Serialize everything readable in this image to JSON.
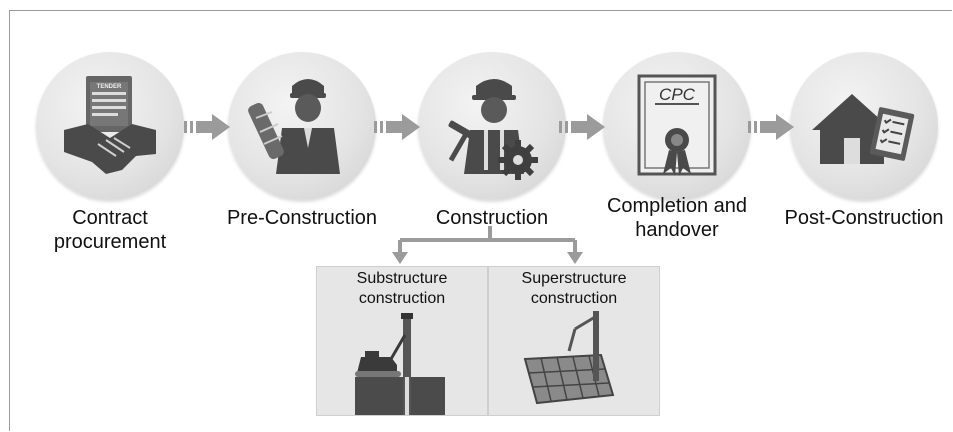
{
  "stages": [
    {
      "label": "Contract procurement",
      "icon": "handshake-contract-icon",
      "badge": "TENDER"
    },
    {
      "label": "Pre-Construction",
      "icon": "engineer-blueprint-icon"
    },
    {
      "label": "Construction",
      "icon": "worker-tools-icon"
    },
    {
      "label": "Completion and handover",
      "icon": "certificate-icon",
      "badge": "CPC"
    },
    {
      "label": "Post-Construction",
      "icon": "house-checklist-icon"
    }
  ],
  "sub_stages": [
    {
      "label": "Substructure construction",
      "icon": "piling-rig-icon"
    },
    {
      "label": "Superstructure construction",
      "icon": "concrete-pump-icon"
    }
  ],
  "colors": {
    "circle": "#e2e2e2",
    "icon": "#4a4a4a",
    "arrow": "#9b9b9b",
    "panel": "#e6e6e6"
  }
}
